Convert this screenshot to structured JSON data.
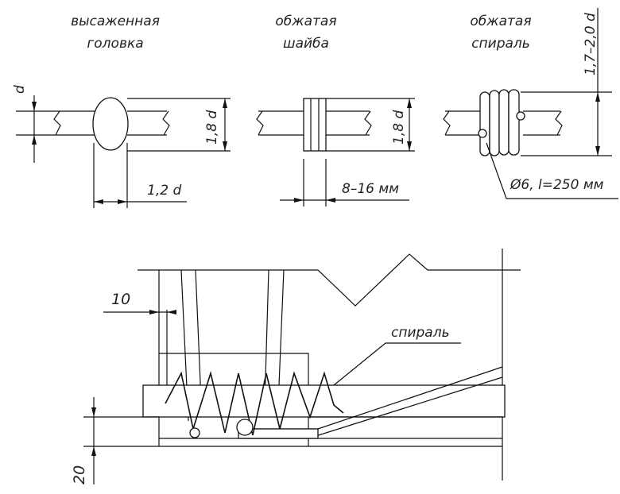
{
  "figures": {
    "upset_head": {
      "caption_line1": "высаженная",
      "caption_line2": "головка",
      "dim_rod": "d",
      "dim_height": "1,8 d",
      "dim_width": "1,2 d"
    },
    "crimped_washer": {
      "caption_line1": "обжатая",
      "caption_line2": "шайба",
      "dim_height": "1,8 d",
      "dim_width": "8–16 мм"
    },
    "crimped_spiral": {
      "caption_line1": "обжатая",
      "caption_line2": "спираль",
      "dim_height": "1,7–2,0 d",
      "dim_wire": "Ø6, l=250 мм"
    }
  },
  "detail": {
    "dim_offset": "10",
    "dim_depth": "20",
    "label_spiral": "спираль"
  }
}
